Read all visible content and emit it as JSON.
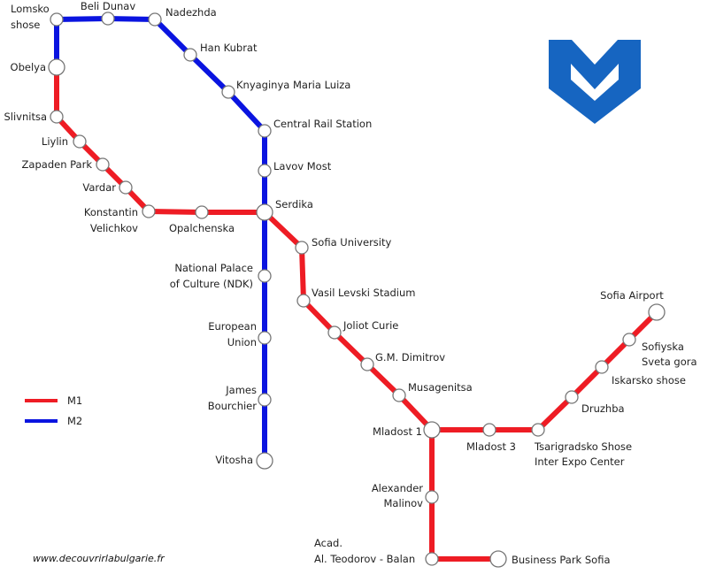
{
  "colors": {
    "m1": "#ee1c24",
    "m2": "#0a14e0",
    "logo": "#1665c1",
    "station_fill": "#ffffff",
    "station_stroke": "#777777"
  },
  "logo": {
    "icon": "sofia-metro-logo-icon"
  },
  "legend": [
    {
      "label": "M1",
      "color": "#ee1c24"
    },
    {
      "label": "M2",
      "color": "#0a14e0"
    }
  ],
  "footer": "www.decouvrirlabulgarie.fr",
  "stations": [
    {
      "id": "lomsko-shose",
      "lines": [
        "Lomsko",
        "shose"
      ]
    },
    {
      "id": "beli-dunav",
      "lines": [
        "Beli Dunav"
      ]
    },
    {
      "id": "nadezhda",
      "lines": [
        "Nadezhda"
      ]
    },
    {
      "id": "han-kubrat",
      "lines": [
        "Han Kubrat"
      ]
    },
    {
      "id": "knyaginya-maria-luiza",
      "lines": [
        "Knyaginya Maria Luiza"
      ]
    },
    {
      "id": "central-rail-station",
      "lines": [
        "Central Rail Station"
      ]
    },
    {
      "id": "lavov-most",
      "lines": [
        "Lavov Most"
      ]
    },
    {
      "id": "serdika",
      "lines": [
        "Serdika"
      ]
    },
    {
      "id": "ndk",
      "lines": [
        "National Palace",
        "of Culture (NDK)"
      ]
    },
    {
      "id": "european-union",
      "lines": [
        "European",
        "Union"
      ]
    },
    {
      "id": "james-bourchier",
      "lines": [
        "James",
        "Bourchier"
      ]
    },
    {
      "id": "vitosha",
      "lines": [
        "Vitosha"
      ]
    },
    {
      "id": "obelya",
      "lines": [
        "Obelya"
      ]
    },
    {
      "id": "slivnitsa",
      "lines": [
        "Slivnitsa"
      ]
    },
    {
      "id": "liylin",
      "lines": [
        "Liylin"
      ]
    },
    {
      "id": "zapaden-park",
      "lines": [
        "Zapaden Park"
      ]
    },
    {
      "id": "vardar",
      "lines": [
        "Vardar"
      ]
    },
    {
      "id": "konstantin-velichkov",
      "lines": [
        "Konstantin",
        "Velichkov"
      ]
    },
    {
      "id": "opalchenska",
      "lines": [
        "Opalchenska"
      ]
    },
    {
      "id": "sofia-university",
      "lines": [
        "Sofia University"
      ]
    },
    {
      "id": "vasil-levski-stadium",
      "lines": [
        "Vasil Levski Stadium"
      ]
    },
    {
      "id": "joliot-curie",
      "lines": [
        "Joliot Curie"
      ]
    },
    {
      "id": "gm-dimitrov",
      "lines": [
        "G.M. Dimitrov"
      ]
    },
    {
      "id": "musagenitsa",
      "lines": [
        "Musagenitsa"
      ]
    },
    {
      "id": "mladost-1",
      "lines": [
        "Mladost 1"
      ]
    },
    {
      "id": "mladost-3",
      "lines": [
        "Mladost 3"
      ]
    },
    {
      "id": "tsarigradsko-shose",
      "lines": [
        "Tsarigradsko Shose",
        "Inter Expo Center"
      ]
    },
    {
      "id": "druzhba",
      "lines": [
        "Druzhba"
      ]
    },
    {
      "id": "iskarsko-shose",
      "lines": [
        "Iskarsko shose"
      ]
    },
    {
      "id": "sofiyska-sveta-gora",
      "lines": [
        "Sofiyska",
        "Sveta gora"
      ]
    },
    {
      "id": "sofia-airport",
      "lines": [
        "Sofia Airport"
      ]
    },
    {
      "id": "alexander-malinov",
      "lines": [
        "Alexander",
        "Malinov"
      ]
    },
    {
      "id": "acad-teodorov-balan",
      "lines": [
        "Acad.",
        "Al. Teodorov - Balan"
      ]
    },
    {
      "id": "business-park-sofia",
      "lines": [
        "Business Park Sofia"
      ]
    }
  ]
}
